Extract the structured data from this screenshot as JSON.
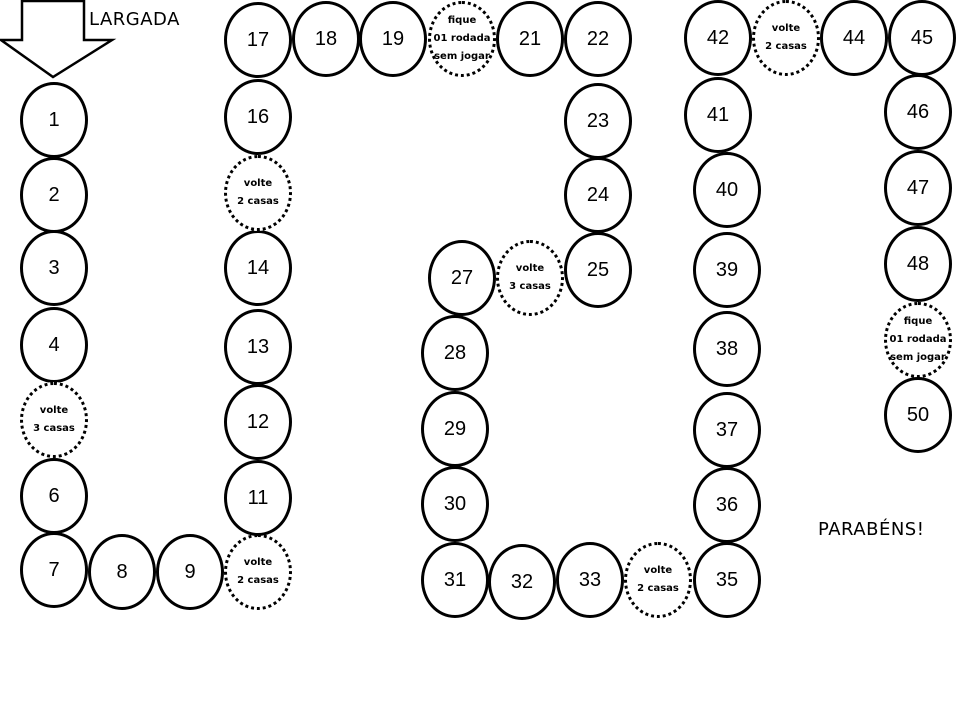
{
  "labels": {
    "start": "LARGADA",
    "finish": "PARABÉNS!"
  },
  "icons": {
    "start_arrow": "down-arrow-icon"
  },
  "colors": {
    "ink": "#000000",
    "paper": "#ffffff"
  },
  "spaces": [
    {
      "id": 1,
      "text": "1"
    },
    {
      "id": 2,
      "text": "2"
    },
    {
      "id": 3,
      "text": "3"
    },
    {
      "id": 4,
      "text": "4"
    },
    {
      "id": 5,
      "text": "volte\n3 casas",
      "special": true
    },
    {
      "id": 6,
      "text": "6"
    },
    {
      "id": 7,
      "text": "7"
    },
    {
      "id": 8,
      "text": "8"
    },
    {
      "id": 9,
      "text": "9"
    },
    {
      "id": 10,
      "text": "volte\n2 casas",
      "special": true
    },
    {
      "id": 11,
      "text": "11"
    },
    {
      "id": 12,
      "text": "12"
    },
    {
      "id": 13,
      "text": "13"
    },
    {
      "id": 14,
      "text": "14"
    },
    {
      "id": 15,
      "text": "volte\n2 casas",
      "special": true
    },
    {
      "id": 16,
      "text": "16"
    },
    {
      "id": 17,
      "text": "17"
    },
    {
      "id": 18,
      "text": "18"
    },
    {
      "id": 19,
      "text": "19"
    },
    {
      "id": 20,
      "text": "fique\n01 rodada\nsem jogar",
      "special": true
    },
    {
      "id": 21,
      "text": "21"
    },
    {
      "id": 22,
      "text": "22"
    },
    {
      "id": 23,
      "text": "23"
    },
    {
      "id": 24,
      "text": "24"
    },
    {
      "id": 25,
      "text": "25"
    },
    {
      "id": 26,
      "text": "volte\n3 casas",
      "special": true
    },
    {
      "id": 27,
      "text": "27"
    },
    {
      "id": 28,
      "text": "28"
    },
    {
      "id": 29,
      "text": "29"
    },
    {
      "id": 30,
      "text": "30"
    },
    {
      "id": 31,
      "text": "31"
    },
    {
      "id": 32,
      "text": "32"
    },
    {
      "id": 33,
      "text": "33"
    },
    {
      "id": 34,
      "text": "volte\n2 casas",
      "special": true
    },
    {
      "id": 35,
      "text": "35"
    },
    {
      "id": 36,
      "text": "36"
    },
    {
      "id": 37,
      "text": "37"
    },
    {
      "id": 38,
      "text": "38"
    },
    {
      "id": 39,
      "text": "39"
    },
    {
      "id": 40,
      "text": "40"
    },
    {
      "id": 41,
      "text": "41"
    },
    {
      "id": 42,
      "text": "42"
    },
    {
      "id": 43,
      "text": "volte\n2 casas",
      "special": true
    },
    {
      "id": 44,
      "text": "44"
    },
    {
      "id": 45,
      "text": "45"
    },
    {
      "id": 46,
      "text": "46"
    },
    {
      "id": 47,
      "text": "47"
    },
    {
      "id": 48,
      "text": "48"
    },
    {
      "id": 49,
      "text": "fique\n01 rodada\nsem jogar",
      "special": true
    },
    {
      "id": 50,
      "text": "50"
    }
  ]
}
